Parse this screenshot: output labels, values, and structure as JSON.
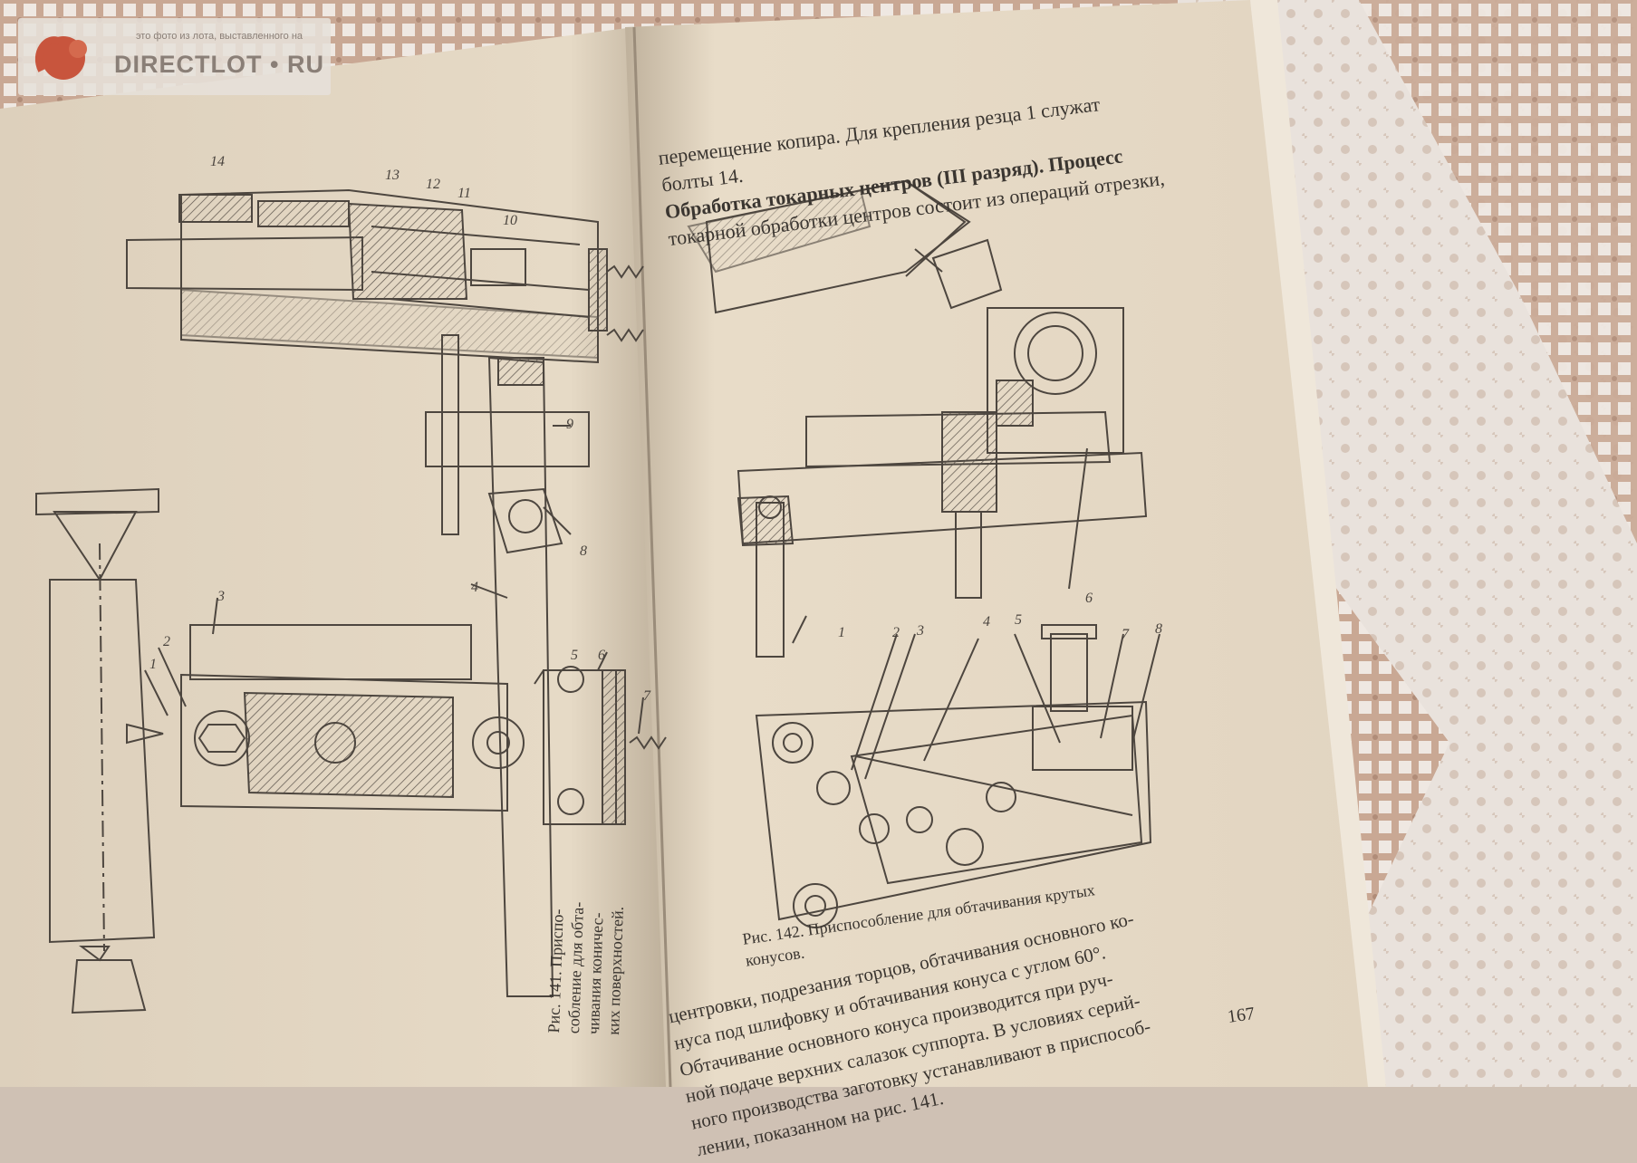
{
  "watermark": {
    "caption": "это фото из лота, выставленного на",
    "brand": "DIRECTLOT • RU"
  },
  "left_page": {
    "caption_lines": [
      "Рис. 141. Приспо-",
      "собление для обта-",
      "чивания коничес-",
      "ких поверхностей."
    ],
    "part_numbers": [
      "1",
      "2",
      "3",
      "4",
      "5",
      "6",
      "7",
      "8",
      "9",
      "10",
      "11",
      "12",
      "13",
      "14"
    ]
  },
  "right_page": {
    "lines_top": [
      "перемещение копира. Для крепления резца 1 служат",
      "болты 14.",
      "Обработка токарных центров (III разряд). Процесс",
      "токарной обработки центров состоит из операций отрезки,"
    ],
    "figure_labels": [
      "1",
      "2",
      "3",
      "4",
      "5",
      "6",
      "7",
      "8"
    ],
    "caption_lines": [
      "Рис. 142. Приспособление для обтачивания крутых",
      "конусов."
    ],
    "lines_bottom": [
      "центровки, подрезания торцов, обтачивания основного ко-",
      "нуса под шлифовку и обтачивания конуса с углом 60°.",
      "Обтачивание основного конуса производится при руч-",
      "ной подаче верхних салазок суппорта. В условиях серий-",
      "ного производства заготовку устанавливают в приспособ-",
      "лении, показанном на рис. 141."
    ],
    "page_number": "167"
  }
}
